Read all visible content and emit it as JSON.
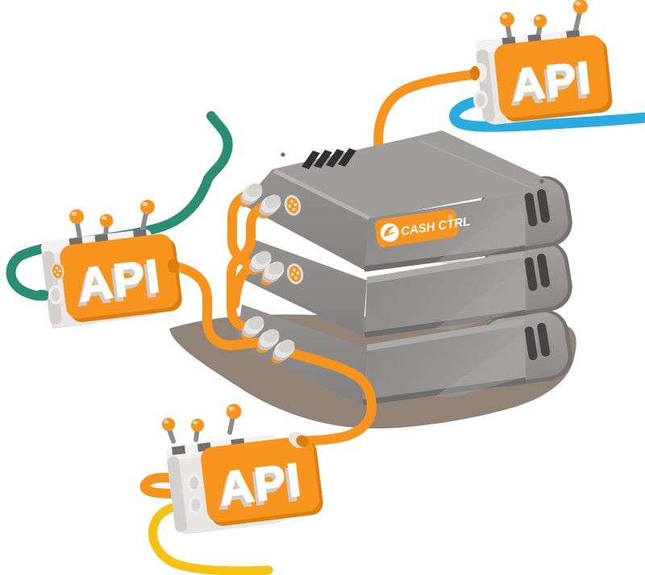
{
  "figure": {
    "description_labels": {
      "logo": "CASH CTRL",
      "logo_mark": "®"
    },
    "boxes": [
      {
        "id": "api-box-left",
        "label": "API"
      },
      {
        "id": "api-box-top-right",
        "label": "API"
      },
      {
        "id": "api-box-bottom",
        "label": "API"
      }
    ]
  },
  "palette": {
    "orange": "#F7941E",
    "orange_dark": "#DB7E0C",
    "teal": "#2A8E74",
    "blue": "#29ABE2",
    "yellow": "#F5C211",
    "shadow": "#8B7D6F",
    "white": "#FFFFFF",
    "srv_top": "#A09E9C",
    "srv_face": "#918F8D",
    "srv_left": "#8B8987",
    "srv_dark": "#6E6C6A",
    "slot": "#454343",
    "box_body": "#E9E7E5",
    "extrude": "#CFCDCB"
  }
}
